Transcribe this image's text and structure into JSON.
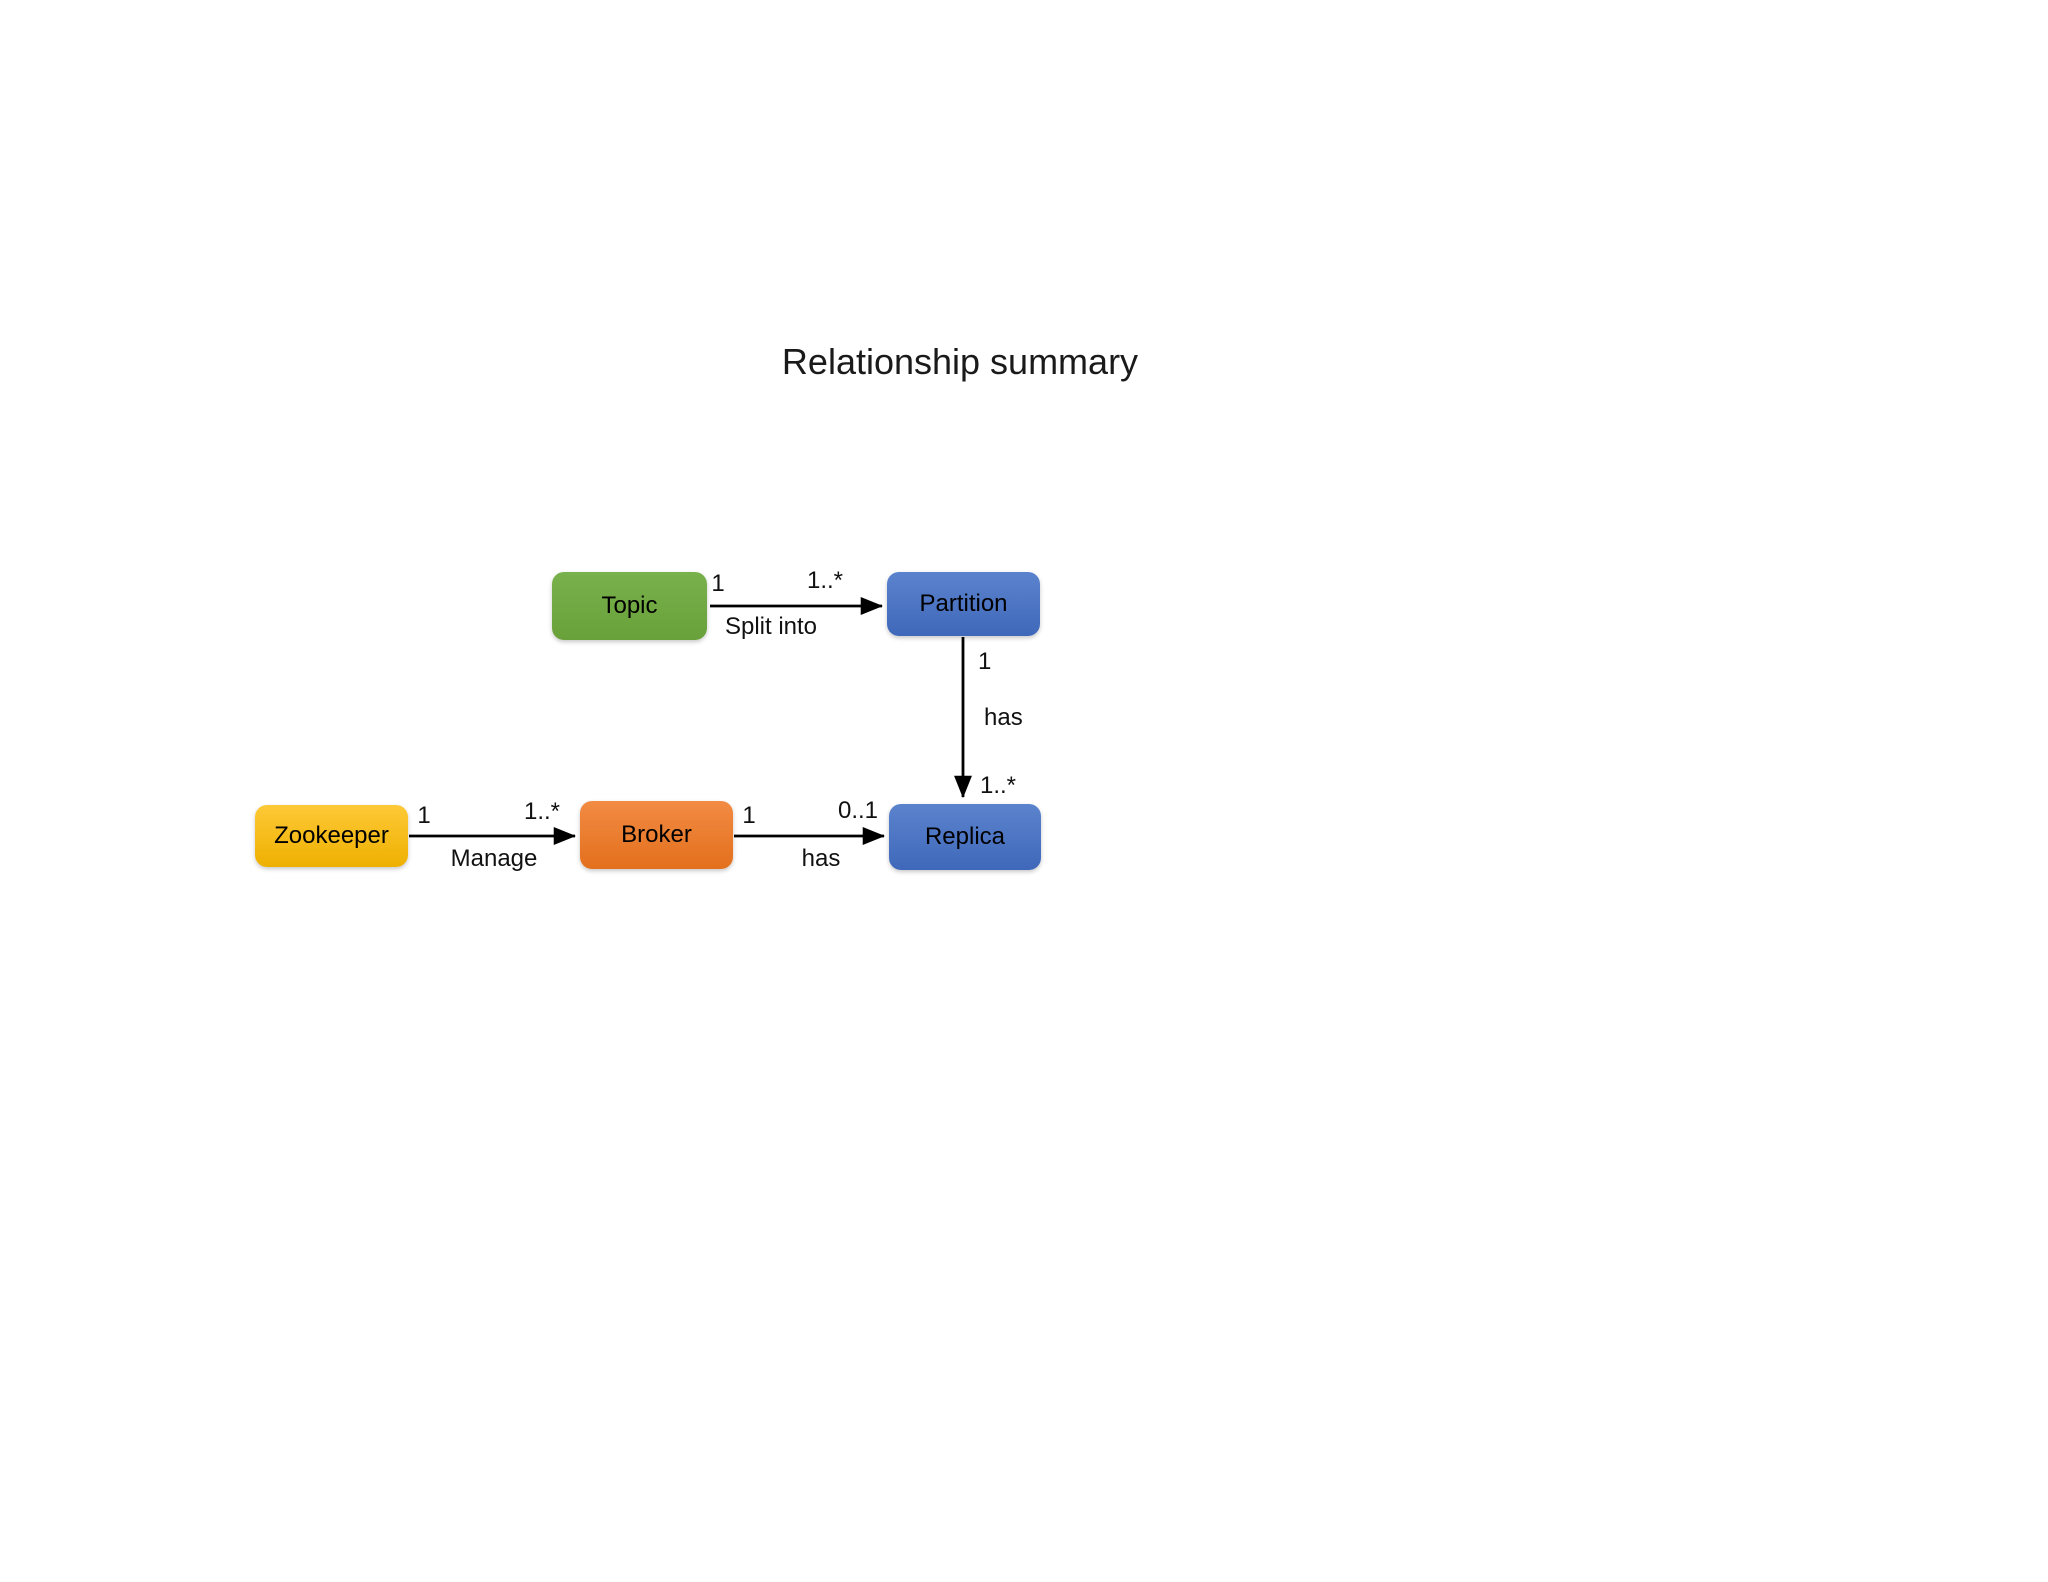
{
  "title": "Relationship summary",
  "colors": {
    "topic_green": "#70AD47",
    "partition_blue": "#4472C4",
    "zookeeper_gold": "#FFC000",
    "broker_orange": "#ED7D31",
    "replica_blue": "#4472C4",
    "arrow_black": "#000000",
    "background": "#FFFFFF"
  },
  "diagram": {
    "nodes": {
      "topic": {
        "label": "Topic"
      },
      "partition": {
        "label": "Partition"
      },
      "zookeeper": {
        "label": "Zookeeper"
      },
      "broker": {
        "label": "Broker"
      },
      "replica": {
        "label": "Replica"
      }
    },
    "edges": {
      "topic_partition": {
        "source": "Topic",
        "target": "Partition",
        "label": "Split into",
        "source_multiplicity": "1",
        "target_multiplicity": "1..*"
      },
      "partition_replica": {
        "source": "Partition",
        "target": "Replica",
        "label": "has",
        "source_multiplicity": "1",
        "target_multiplicity": "1..*"
      },
      "zookeeper_broker": {
        "source": "Zookeeper",
        "target": "Broker",
        "label": "Manage",
        "source_multiplicity": "1",
        "target_multiplicity": "1..*"
      },
      "broker_replica": {
        "source": "Broker",
        "target": "Replica",
        "label": "has",
        "source_multiplicity": "1",
        "target_multiplicity": "0..1"
      }
    }
  }
}
